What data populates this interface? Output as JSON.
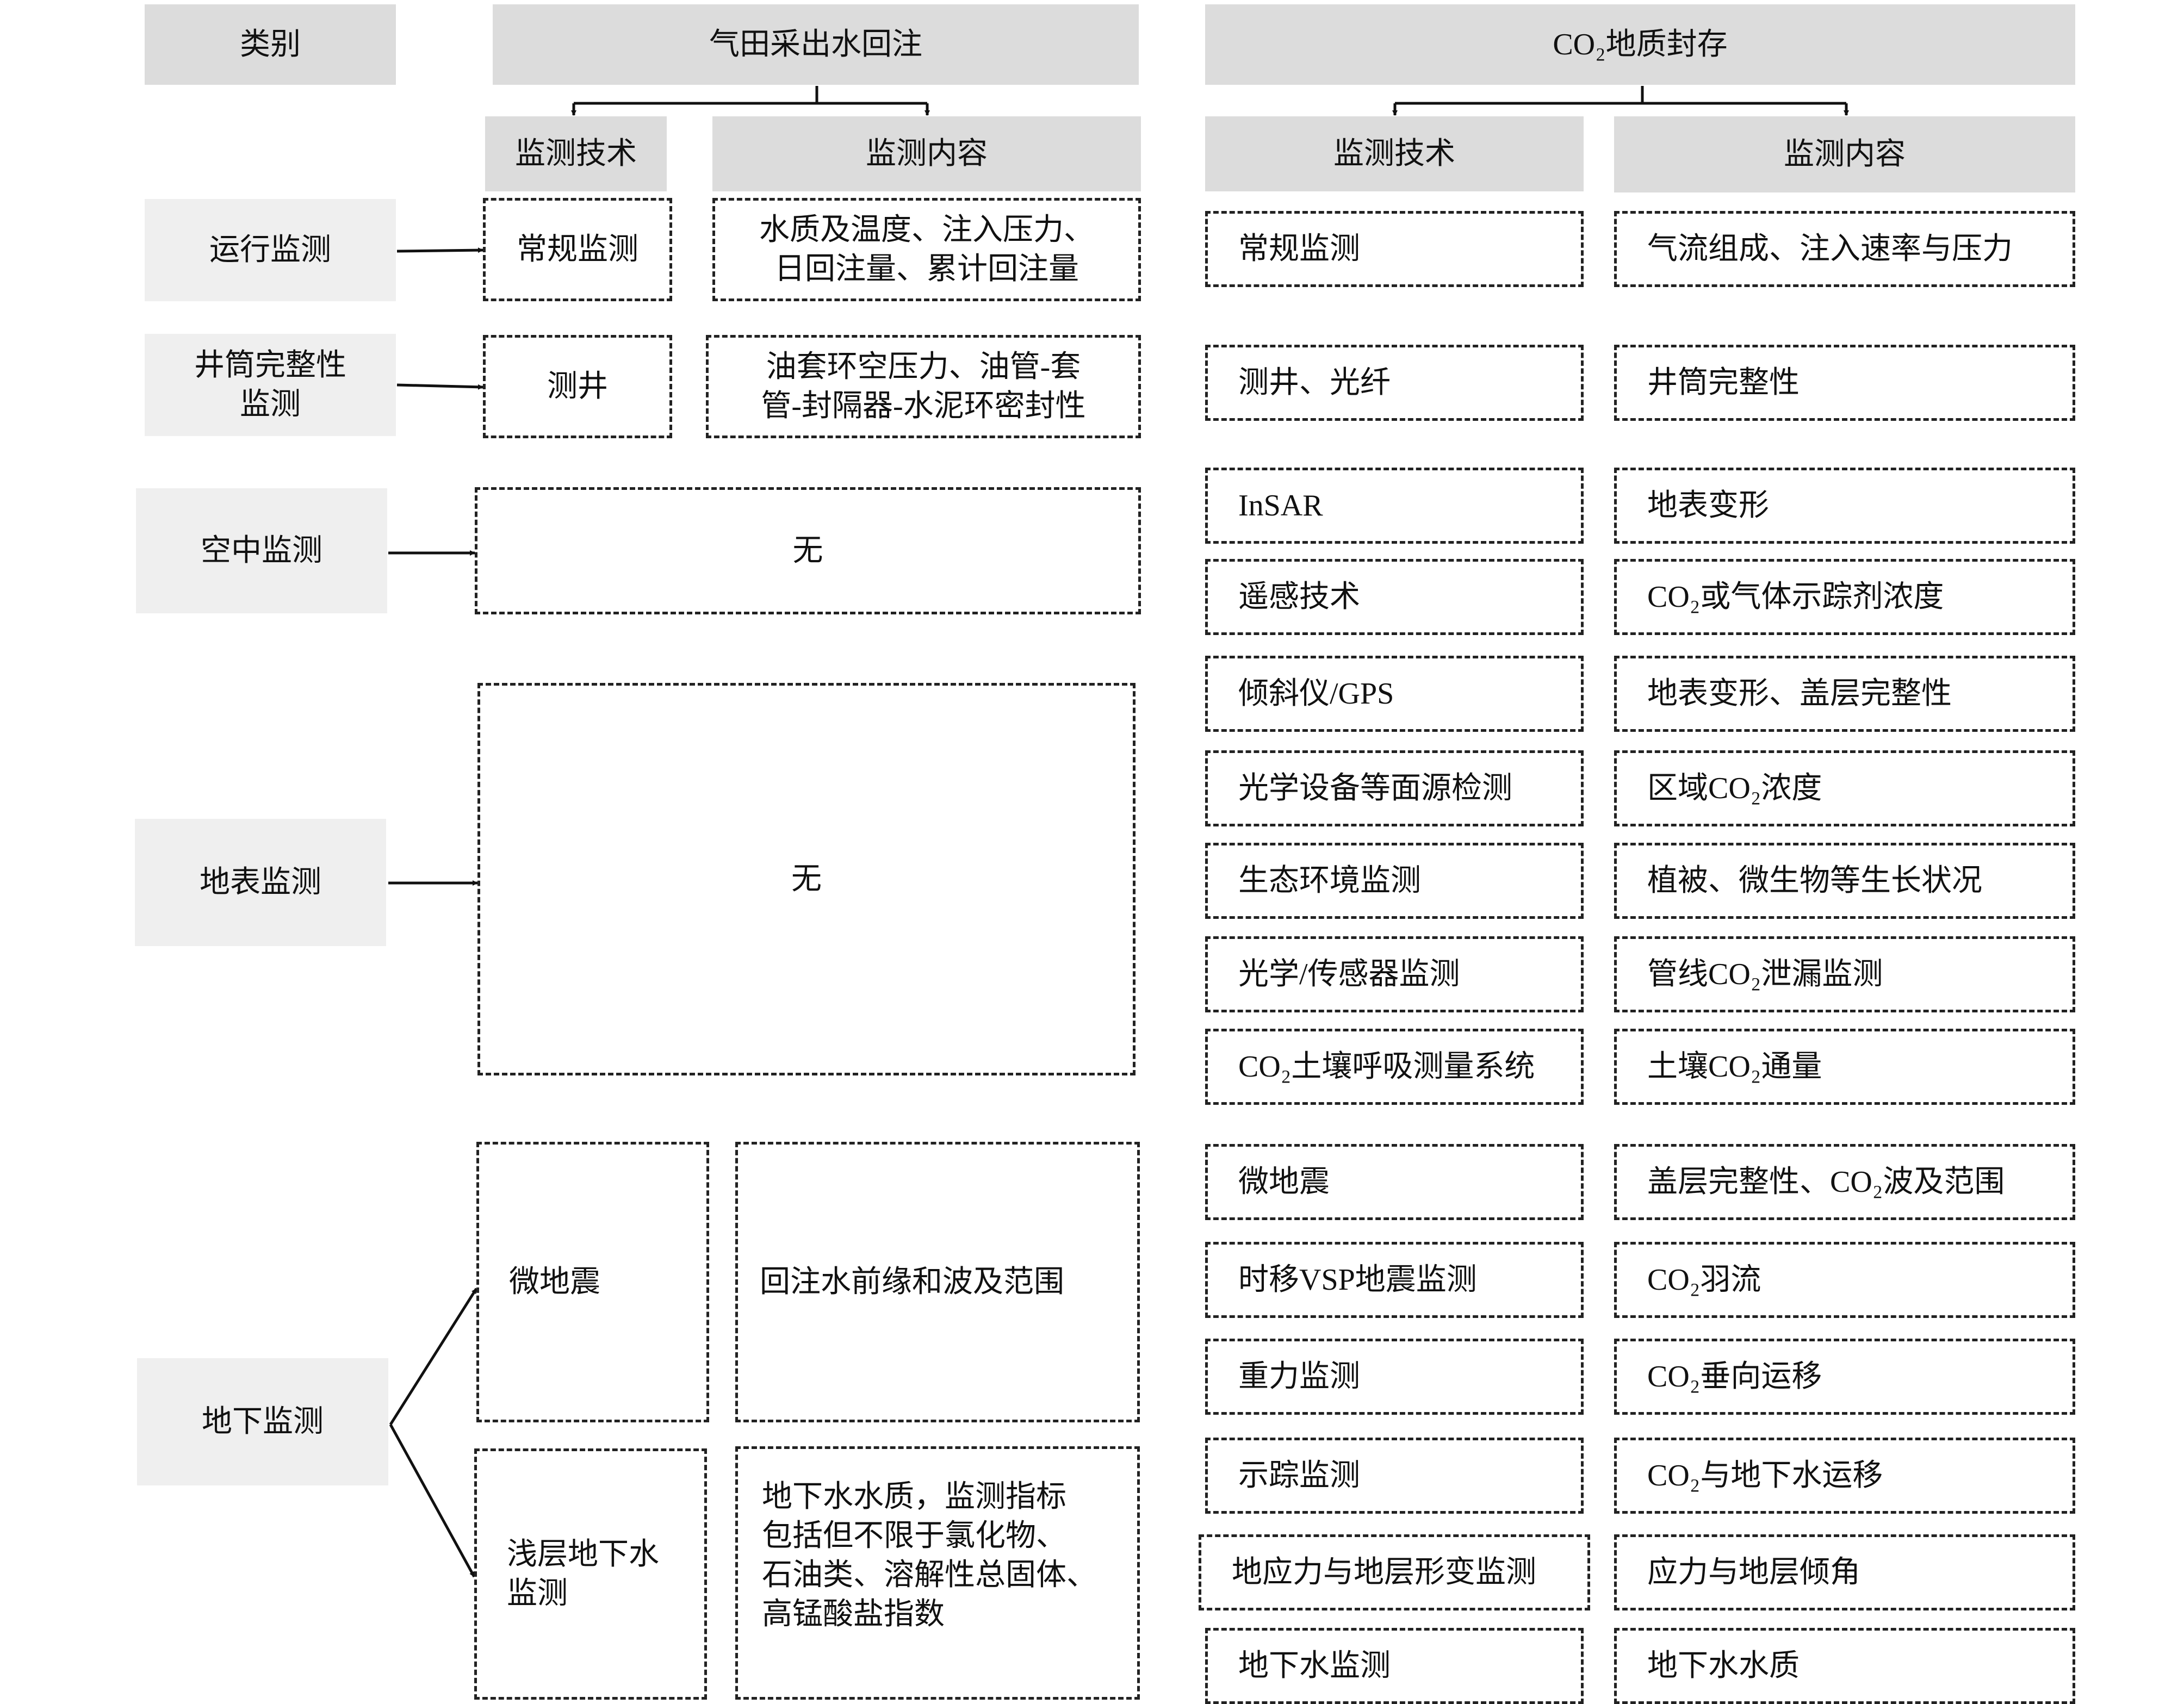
{
  "headers": {
    "category": "类别",
    "gas_field": "气田采出水回注",
    "co2_storage": "CO₂地质封存",
    "gas_tech": "监测技术",
    "gas_content": "监测内容",
    "co2_tech": "监测技术",
    "co2_content": "监测内容"
  },
  "categories": {
    "operation": "运行监测",
    "wellbore": "井筒完整性\n监测",
    "aerial": "空中监测",
    "surface": "地表监测",
    "underground": "地下监测"
  },
  "gas_field": {
    "operation_tech": "常规监测",
    "operation_content": "水质及温度、注入压力、\n日回注量、累计回注量",
    "wellbore_tech": "测井",
    "wellbore_content": "油套环空压力、油管-套\n管-封隔器-水泥环密封性",
    "aerial": "无",
    "surface": "无",
    "micro_tech": "微地震",
    "micro_content": "回注水前缘和波及范围",
    "groundwater_tech": "浅层地下水\n监测",
    "groundwater_content": "地下水水质，监测指标\n包括但不限于氯化物、\n石油类、溶解性总固体、\n高锰酸盐指数"
  },
  "co2_rows": [
    {
      "tech": "常规监测",
      "content": "气流组成、注入速率与压力"
    },
    {
      "tech": "测井、光纤",
      "content": "井筒完整性"
    },
    {
      "tech": "InSAR",
      "content": "地表变形"
    },
    {
      "tech": "遥感技术",
      "content": "CO₂或气体示踪剂浓度"
    },
    {
      "tech": "倾斜仪/GPS",
      "content": "地表变形、盖层完整性"
    },
    {
      "tech": "光学设备等面源检测",
      "content": "区域CO₂浓度"
    },
    {
      "tech": "生态环境监测",
      "content": "植被、微生物等生长状况"
    },
    {
      "tech": "光学/传感器监测",
      "content": "管线CO₂泄漏监测"
    },
    {
      "tech": "CO₂土壤呼吸测量系统",
      "content": "土壤CO₂通量"
    },
    {
      "tech": "微地震",
      "content": "盖层完整性、CO₂波及范围"
    },
    {
      "tech": "时移VSP地震监测",
      "content": "CO₂羽流"
    },
    {
      "tech": "重力监测",
      "content": "CO₂垂向运移"
    },
    {
      "tech": "示踪监测",
      "content": "CO₂与地下水运移"
    },
    {
      "tech": "地应力与地层形变监测",
      "content": "应力与地层倾角"
    },
    {
      "tech": "地下水监测",
      "content": "地下水水质"
    }
  ]
}
